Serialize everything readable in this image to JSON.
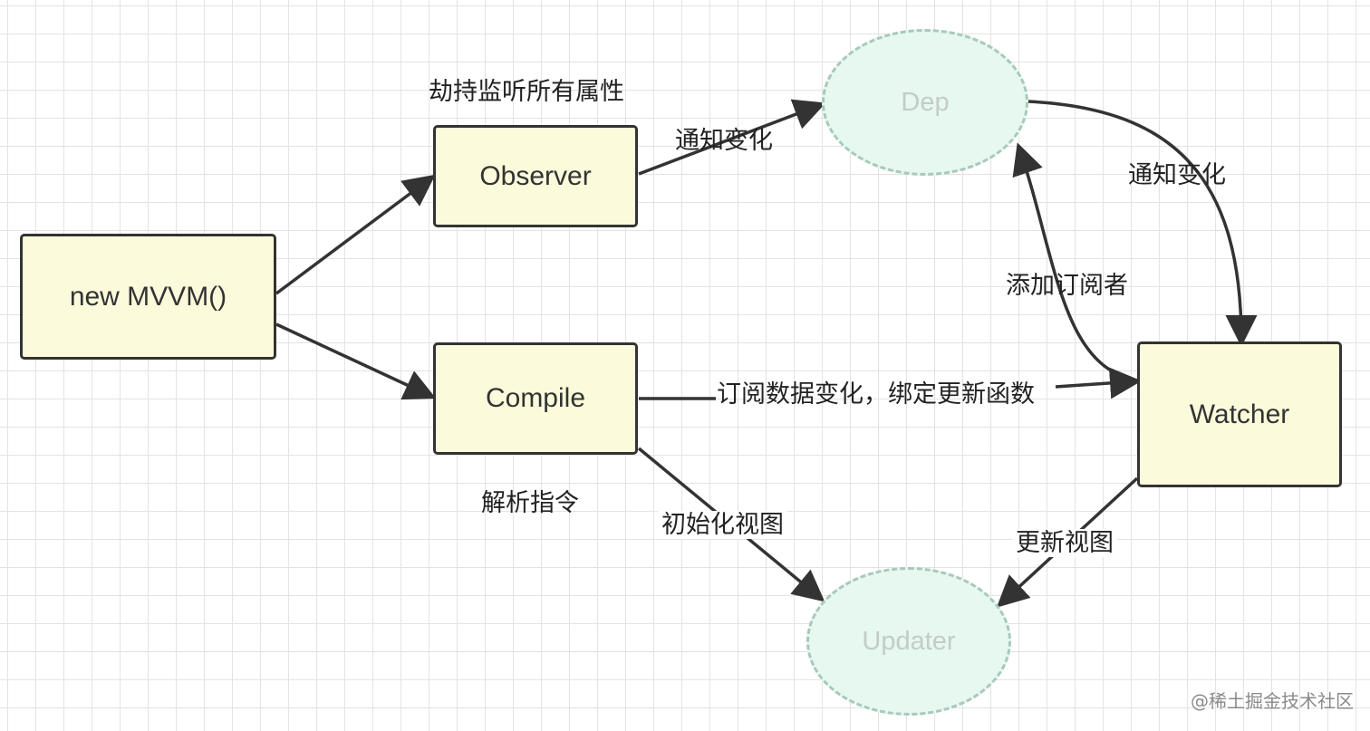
{
  "nodes": {
    "mvvm": "new MVVM()",
    "observer": "Observer",
    "compile": "Compile",
    "watcher": "Watcher",
    "dep": "Dep",
    "updater": "Updater"
  },
  "labels": {
    "hijack": "劫持监听所有属性",
    "notify_dep": "通知变化",
    "notify_watcher": "通知变化",
    "add_subscriber": "添加订阅者",
    "subscribe_bind": "订阅数据变化，绑定更新函数",
    "parse_directive": "解析指令",
    "init_view": "初始化视图",
    "update_view": "更新视图"
  },
  "watermark": "@稀土掘金技术社区",
  "colors": {
    "box_fill": "#fbfbdc",
    "box_border": "#333333",
    "ellipse_fill": "#e6f8ef",
    "ellipse_border": "#a8c9bb",
    "ellipse_text": "#c2cdc8",
    "arrow": "#333333",
    "grid": "#e3e3e3"
  }
}
